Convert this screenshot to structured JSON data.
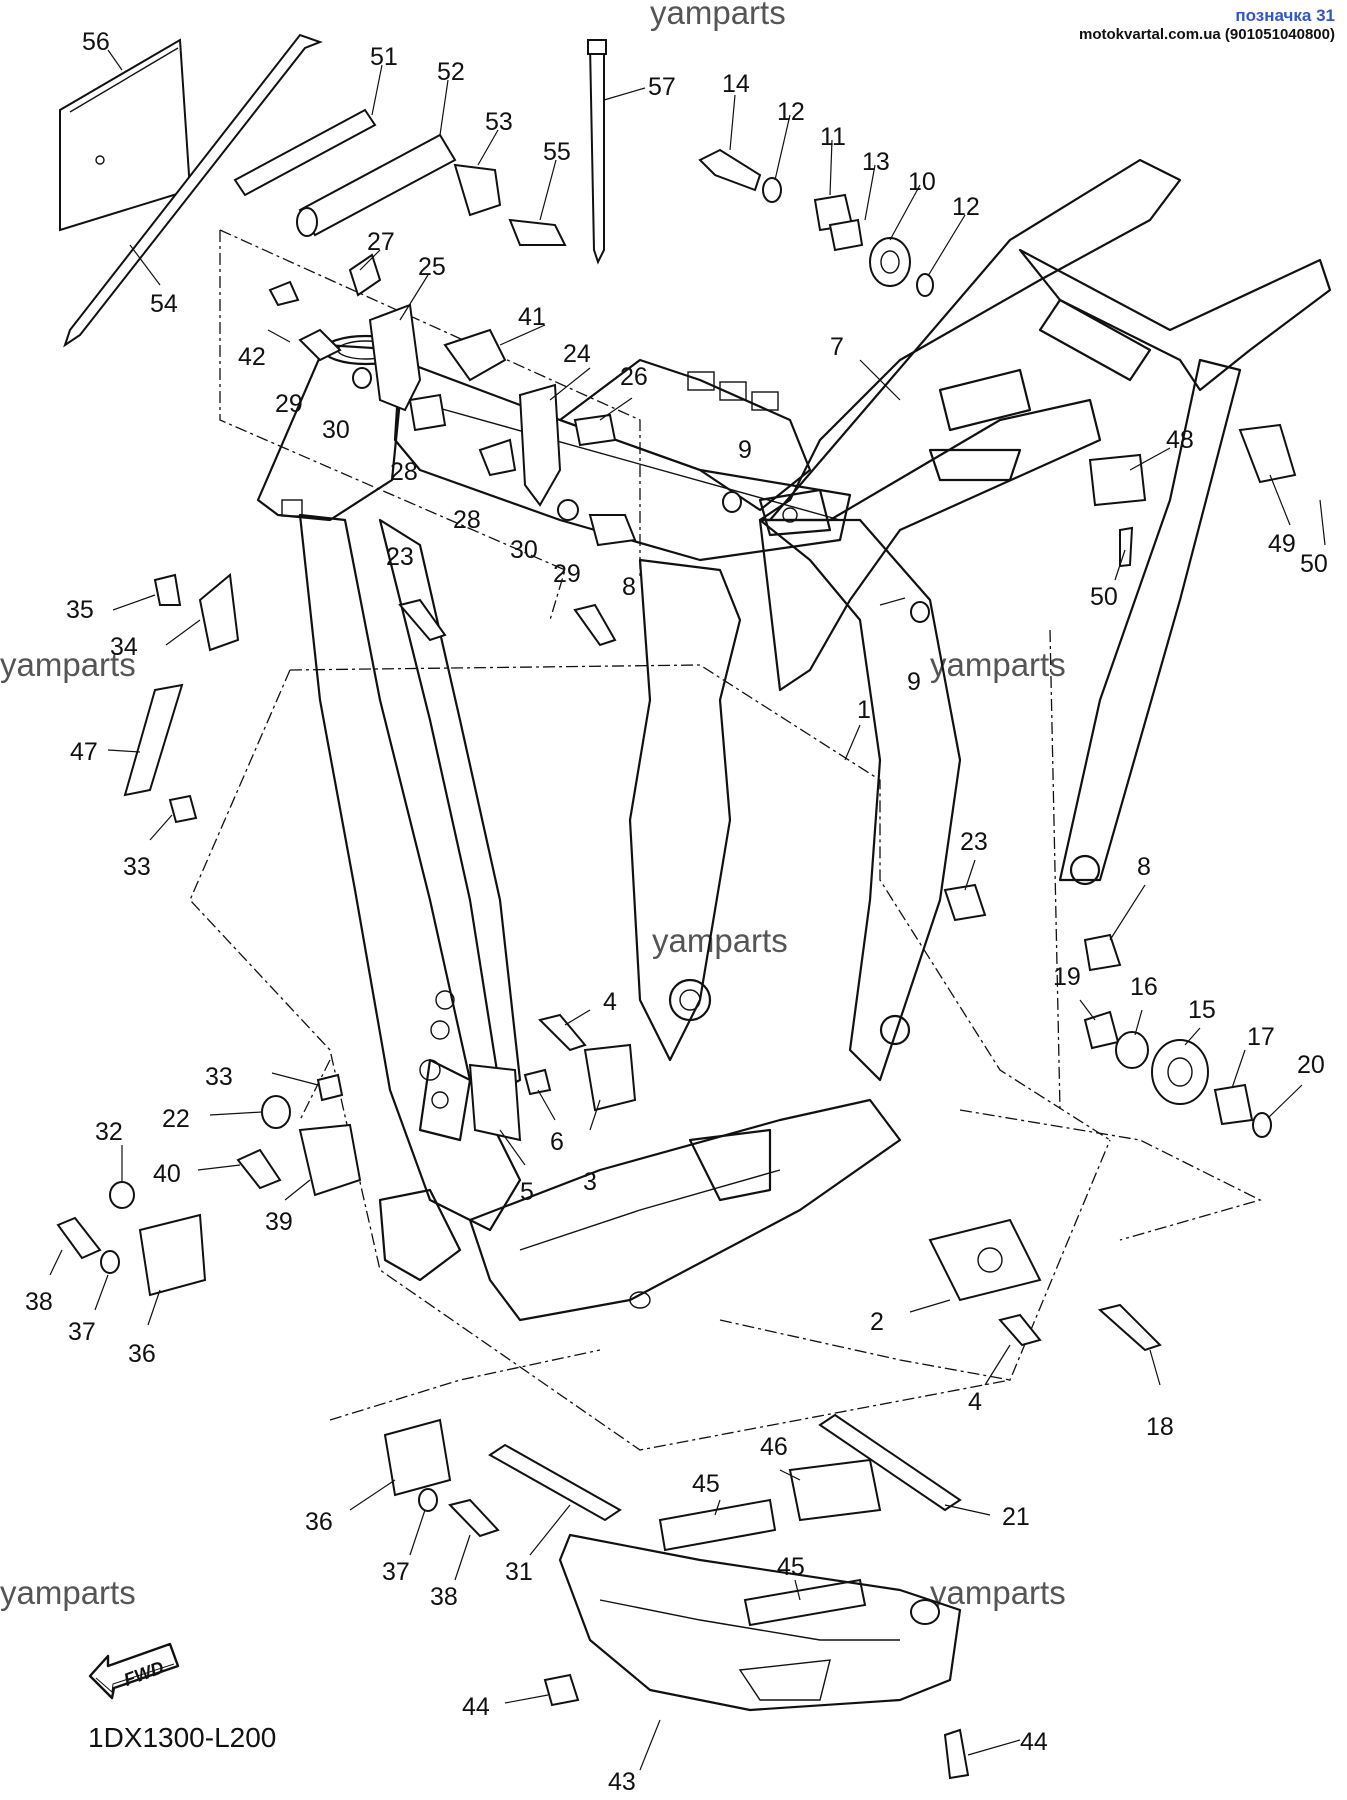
{
  "header": {
    "title": "позначка 31",
    "site": "motokvartal.com.ua (901051040800)"
  },
  "watermarks": [
    "yamparts",
    "yamparts",
    "yamparts",
    "yamparts",
    "yamparts",
    "yamparts"
  ],
  "diagram_code": "1DX1300-L200",
  "fwd_label": "FWD",
  "callouts": [
    "56",
    "51",
    "52",
    "53",
    "55",
    "57",
    "14",
    "12",
    "11",
    "13",
    "10",
    "12",
    "27",
    "25",
    "42",
    "29",
    "30",
    "41",
    "24",
    "26",
    "28",
    "28",
    "30",
    "29",
    "54",
    "7",
    "9",
    "48",
    "49",
    "50",
    "50",
    "23",
    "8",
    "35",
    "34",
    "47",
    "33",
    "9",
    "1",
    "23",
    "8",
    "4",
    "19",
    "16",
    "15",
    "17",
    "20",
    "33",
    "22",
    "32",
    "40",
    "39",
    "6",
    "5",
    "3",
    "38",
    "37",
    "36",
    "2",
    "4",
    "18",
    "46",
    "21",
    "45",
    "45",
    "36",
    "37",
    "38",
    "31",
    "44",
    "44",
    "43"
  ]
}
